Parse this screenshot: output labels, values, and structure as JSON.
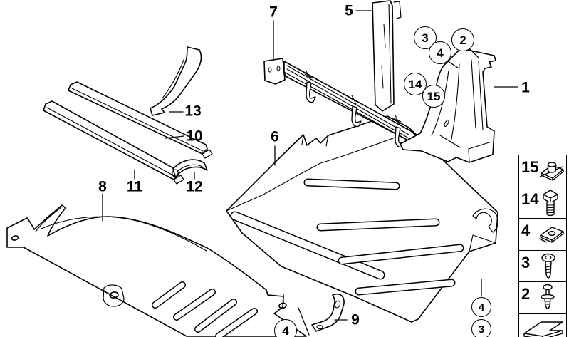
{
  "image_title": "Vehicle air duct and underbody shield parts diagram",
  "colors": {
    "background": "#ffffff",
    "line": "#000000"
  },
  "labels": [
    {
      "text": "7"
    },
    {
      "text": "5"
    },
    {
      "text": "1"
    },
    {
      "text": "13"
    },
    {
      "text": "10"
    },
    {
      "text": "8"
    },
    {
      "text": "11"
    },
    {
      "text": "12"
    },
    {
      "text": "6"
    },
    {
      "text": "9"
    }
  ],
  "callouts": [
    {
      "text": "3"
    },
    {
      "text": "2"
    },
    {
      "text": "4"
    },
    {
      "text": "14"
    },
    {
      "text": "15"
    },
    {
      "text": "4"
    },
    {
      "text": "3"
    },
    {
      "text": "4"
    }
  ],
  "legend": {
    "items": [
      {
        "number": "15",
        "icon": "cage-nut"
      },
      {
        "number": "14",
        "icon": "hex-bolt"
      },
      {
        "number": "4",
        "icon": "clip-nut"
      },
      {
        "number": "3",
        "icon": "tapping-screw"
      },
      {
        "number": "2",
        "icon": "expansion-rivet"
      },
      {
        "number": "",
        "icon": "direction-arrow"
      }
    ]
  }
}
